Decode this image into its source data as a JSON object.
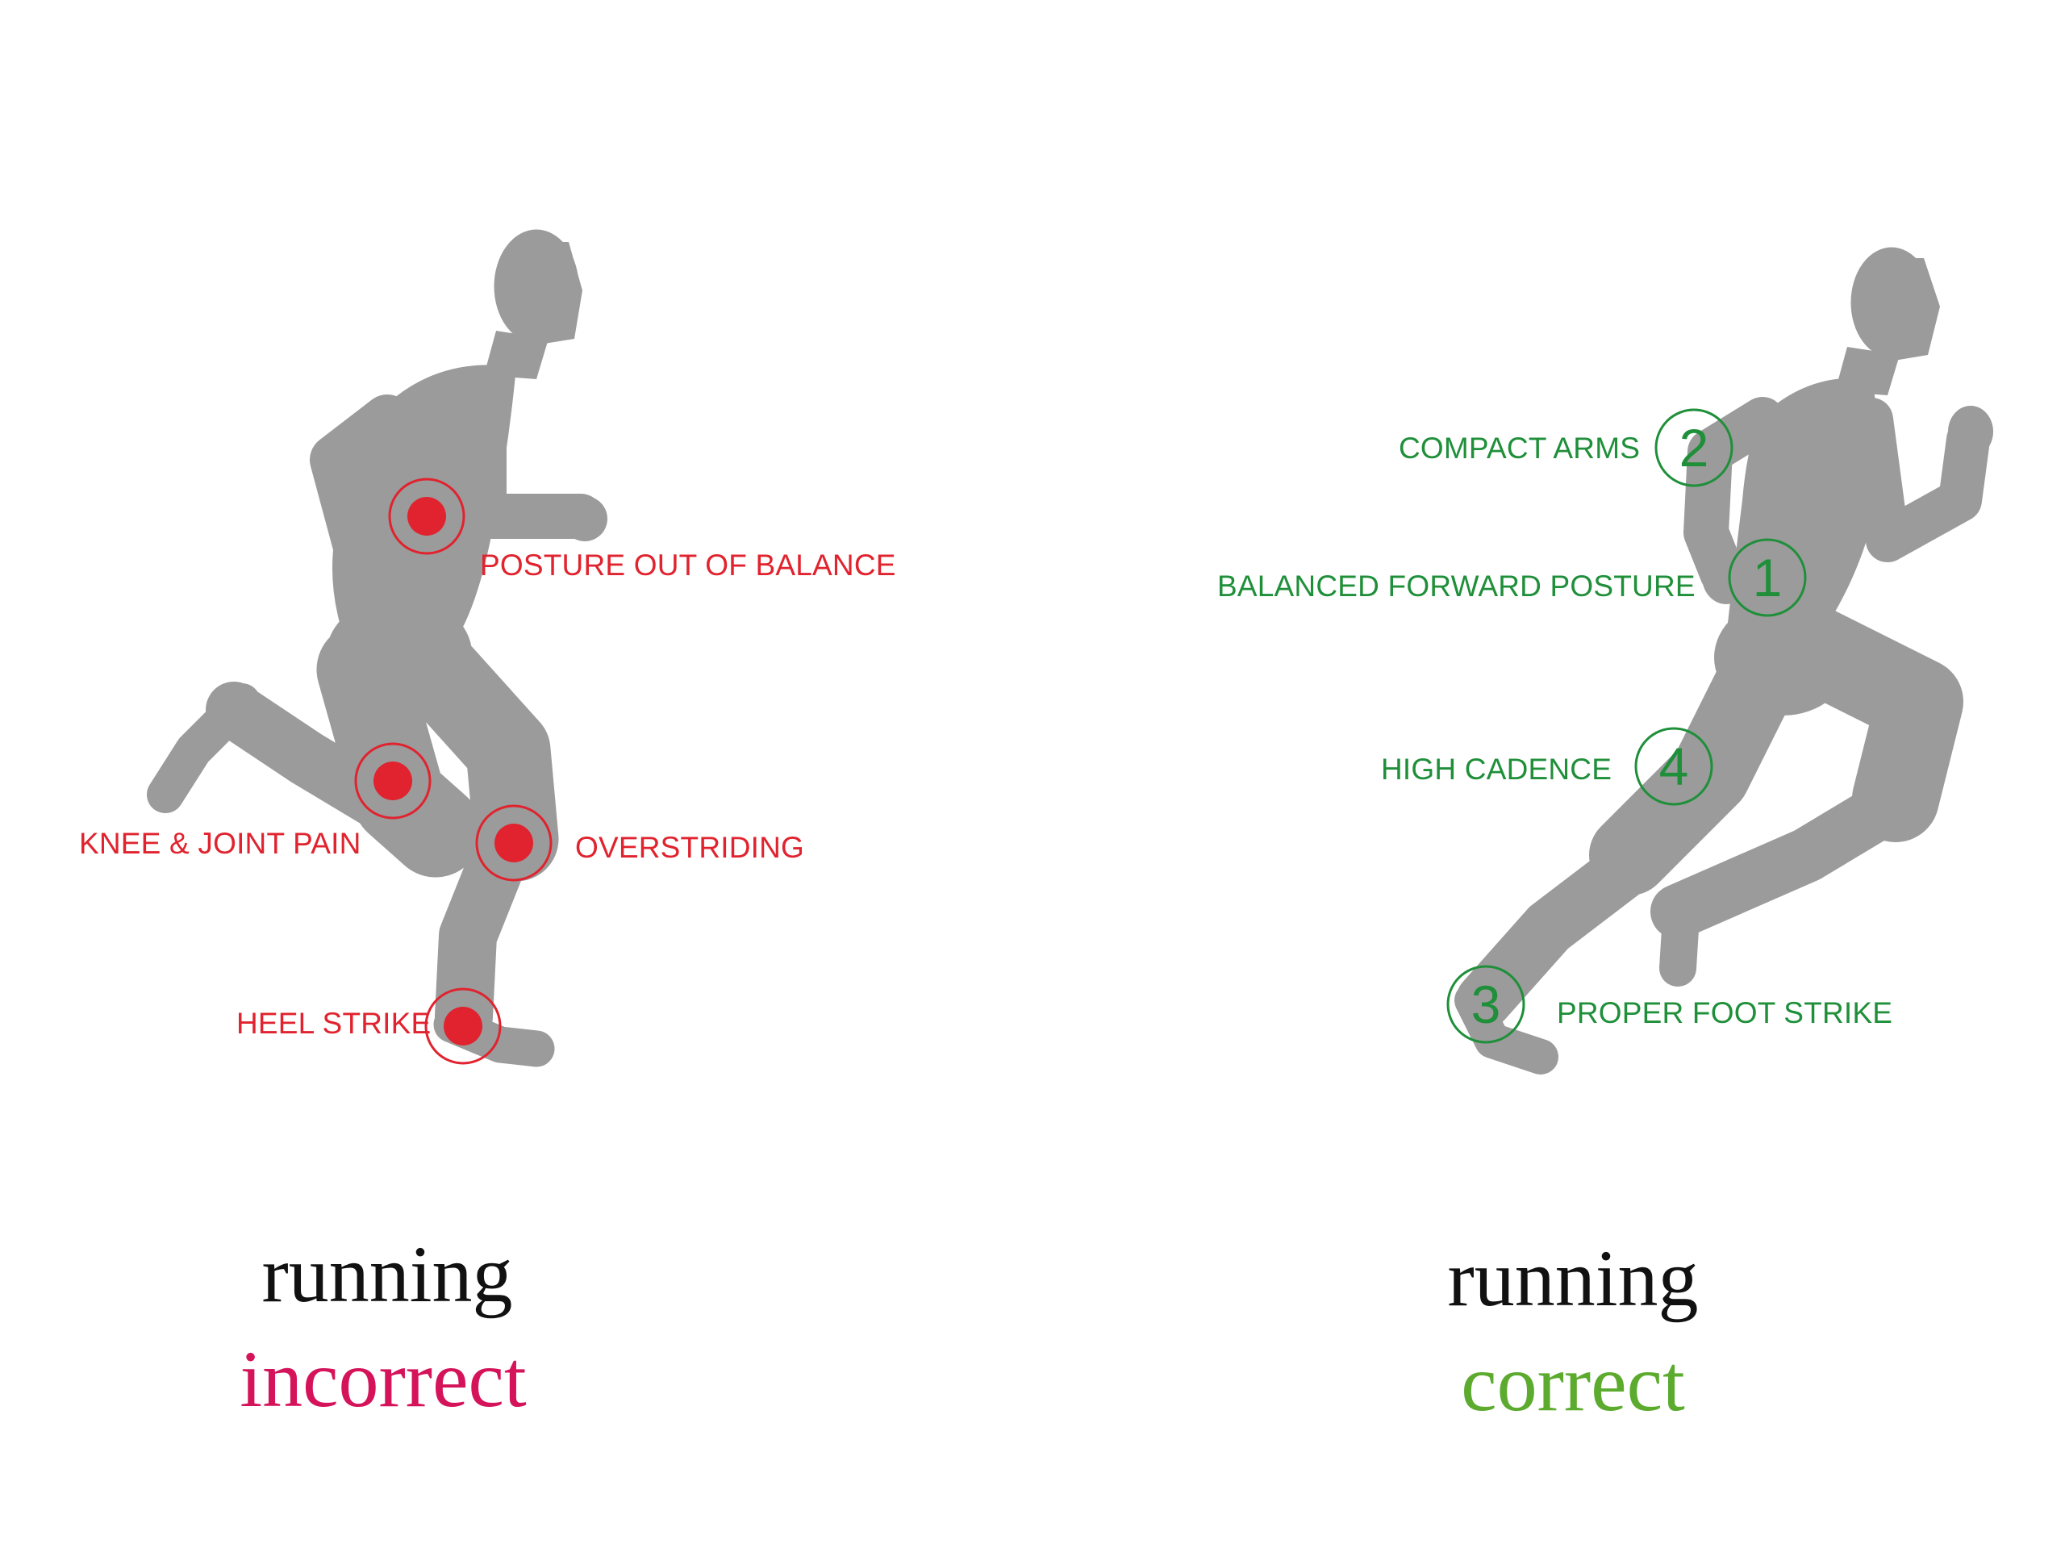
{
  "incorrect": {
    "title": "running",
    "subtitle": "incorrect",
    "callouts": [
      "POSTURE OUT OF BALANCE",
      "KNEE & JOINT PAIN",
      "OVERSTRIDING",
      "HEEL STRIKE"
    ],
    "marker_color": "#e0232e"
  },
  "correct": {
    "title": "running",
    "subtitle": "correct",
    "callouts": [
      {
        "number": "2",
        "label": "COMPACT ARMS"
      },
      {
        "number": "1",
        "label": "BALANCED FORWARD POSTURE"
      },
      {
        "number": "4",
        "label": "HIGH CADENCE"
      },
      {
        "number": "3",
        "label": "PROPER FOOT STRIKE"
      }
    ],
    "marker_color": "#1f8f3a"
  },
  "colors": {
    "figure": "#9b9b9b",
    "incorrect_label": "#e0232e",
    "incorrect_word": "#d5135a",
    "correct_label": "#1f8f3a",
    "correct_word": "#5cab2f"
  }
}
